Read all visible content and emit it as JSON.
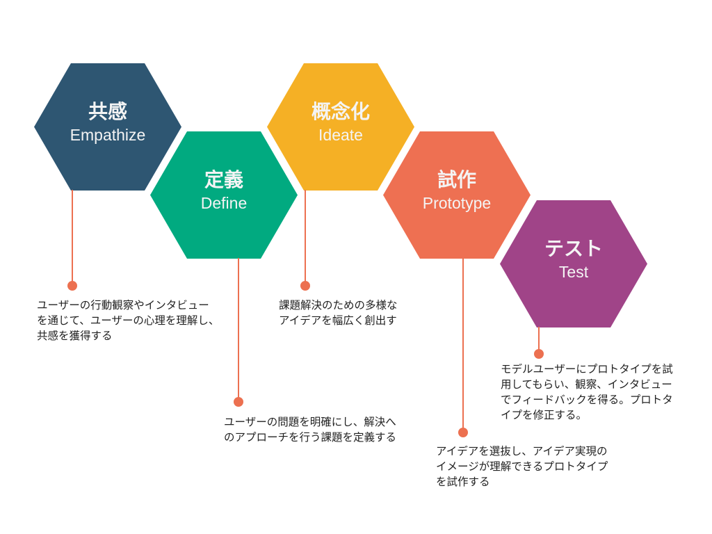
{
  "line_color": "#ec7050",
  "stages": [
    {
      "id": "empathize",
      "jp": "共感",
      "en": "Empathize",
      "color": "#2e5672",
      "description": "ユーザーの行動観察やインタビュー\nを通じて、ユーザーの心理を理解し、\n共感を獲得する"
    },
    {
      "id": "define",
      "jp": "定義",
      "en": "Define",
      "color": "#01aa80",
      "description": "ユーザーの問題を明確にし、解決へ\nのアプローチを行う課題を定義する"
    },
    {
      "id": "ideate",
      "jp": "概念化",
      "en": "Ideate",
      "color": "#f5b025",
      "description": "課題解決のための多様な\nアイデアを幅広く創出す"
    },
    {
      "id": "prototype",
      "jp": "試作",
      "en": "Prototype",
      "color": "#ee7052",
      "description": "アイデアを選抜し、アイデア実現の\nイメージが理解できるプロトタイプ\nを試作する"
    },
    {
      "id": "test",
      "jp": "テスト",
      "en": "Test",
      "color": "#a04488",
      "description": "モデルユーザーにプロトタイプを試\n用してもらい、観察、インタビュー\nでフィードバックを得る。プロトタ\nイプを修正する。"
    }
  ]
}
